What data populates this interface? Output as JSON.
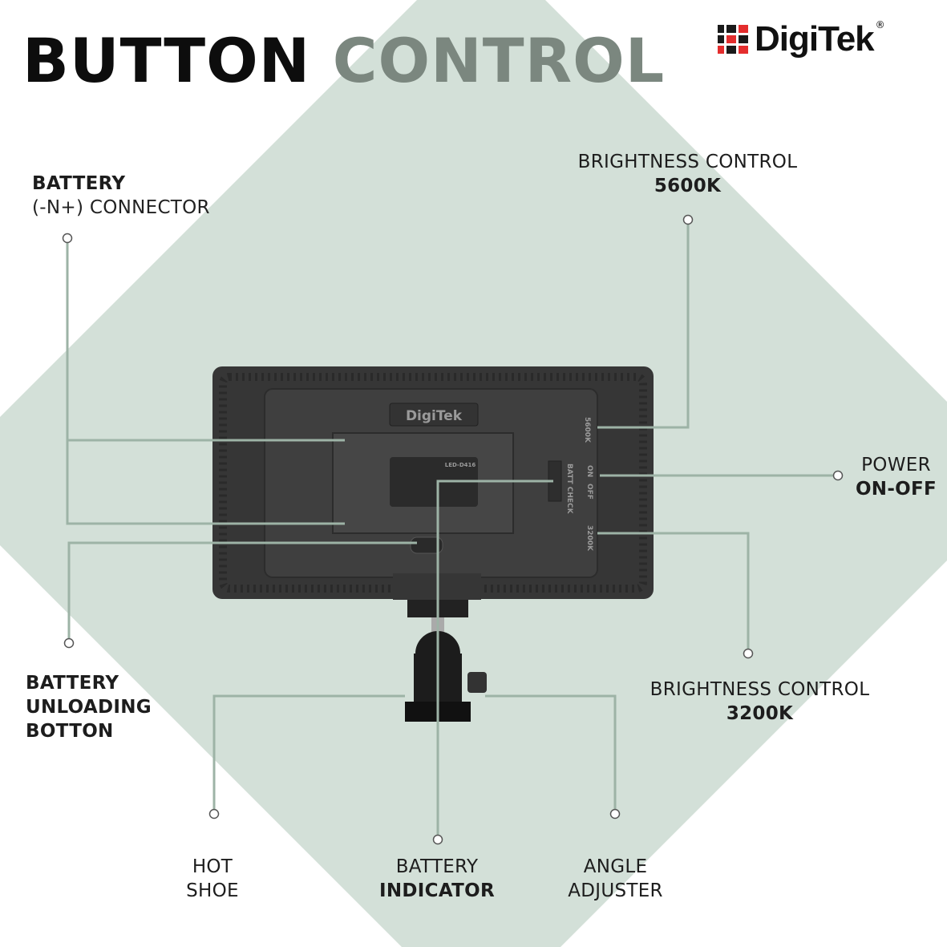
{
  "title": {
    "word1": "BUTTON",
    "word2": "CONTROL"
  },
  "brand": {
    "logo": "DigiTek",
    "registered": "®"
  },
  "device": {
    "logo": "DigiTek",
    "model": "LED-D416",
    "label_5600": "5600K",
    "label_3200": "3200K",
    "label_on": "ON",
    "label_off": "OFF",
    "label_batt": "BATT CHECK"
  },
  "callouts": {
    "battery_connector": {
      "line1": "BATTERY",
      "line2": "(-N+) CONNECTOR"
    },
    "brightness_5600": {
      "line1": "BRIGHTNESS CONTROL",
      "line2": "5600K"
    },
    "power": {
      "line1": "POWER",
      "line2": "ON-OFF"
    },
    "unloading": {
      "line1": "BATTERY",
      "line2": "UNLOADING",
      "line3": "BOTTON"
    },
    "brightness_3200": {
      "line1": "BRIGHTNESS CONTROL",
      "line2": "3200K"
    },
    "hot_shoe": {
      "line1": "HOT",
      "line2": "SHOE"
    },
    "battery_indicator": {
      "line1": "BATTERY",
      "line2": "INDICATOR"
    },
    "angle_adjuster": {
      "line1": "ANGLE",
      "line2": "ADJUSTER"
    }
  },
  "colors": {
    "diamond": "#d3e0d8",
    "accent": "#7b877f",
    "line": "#9db3a6",
    "logo_red": "#e42d2d"
  }
}
